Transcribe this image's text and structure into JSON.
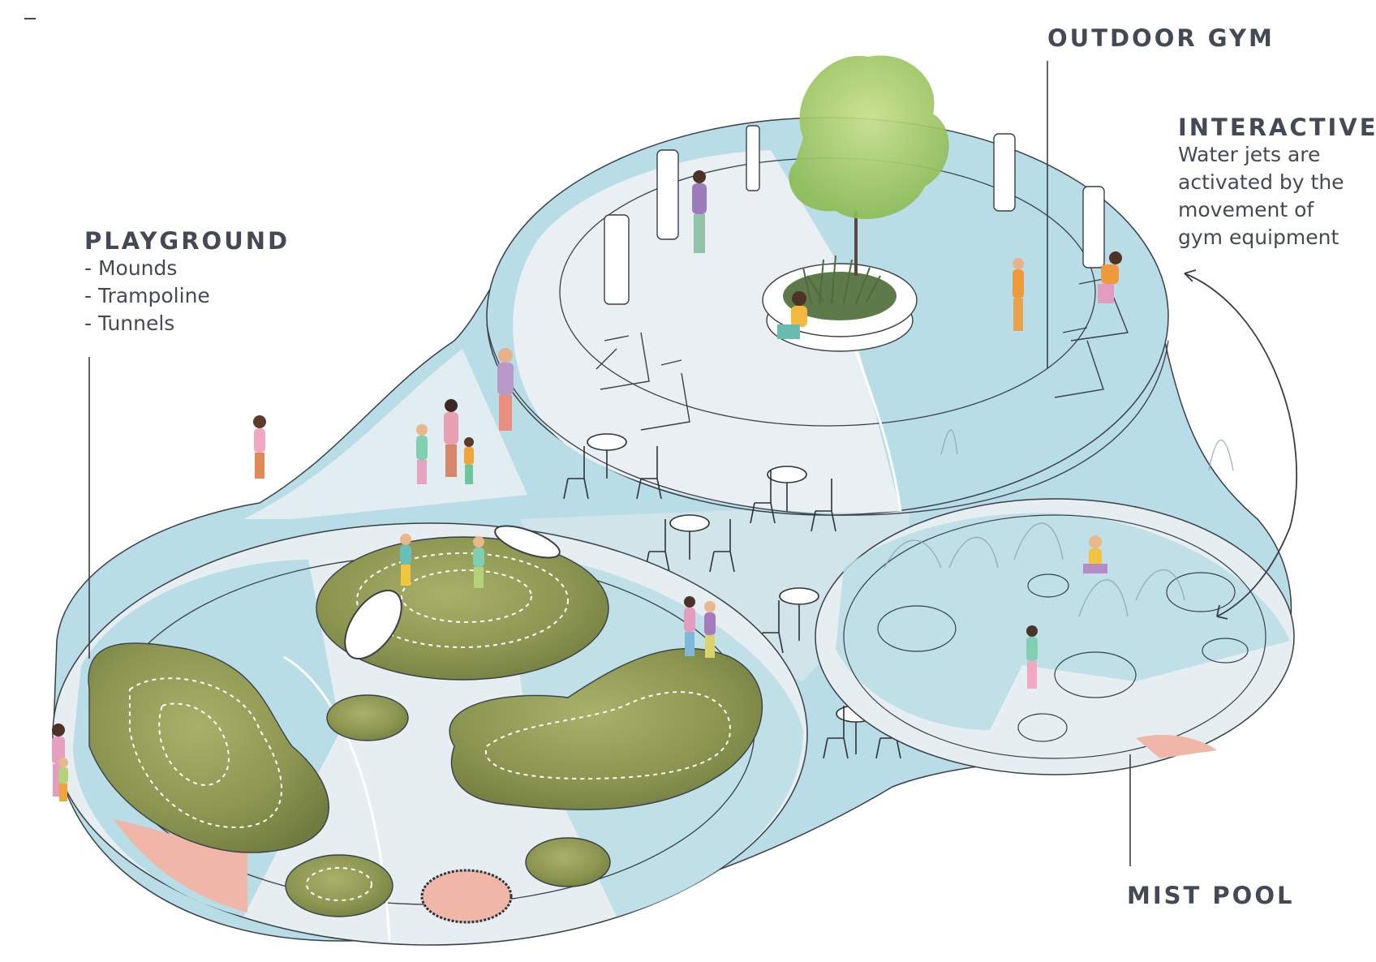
{
  "labels": {
    "outdoor_gym": {
      "title": "OUTDOOR GYM"
    },
    "interactive": {
      "title": "INTERACTIVE",
      "lines": [
        "Water jets are",
        "activated by the",
        "movement of",
        "gym equipment"
      ]
    },
    "playground": {
      "title": "PLAYGROUND",
      "items": [
        "- Mounds",
        "- Trampoline",
        "- Tunnels"
      ]
    },
    "mist_pool": {
      "title": "MIST POOL"
    }
  },
  "colors": {
    "water_blue": "#b9dde6",
    "pale_surface": "#e6eef1",
    "outline": "#3a3f47",
    "grass": "#8e9a55",
    "grass_dark": "#6f7c3d",
    "salmon": "#f0b6a8",
    "text": "#444a55",
    "tree": "#a9c96a"
  }
}
